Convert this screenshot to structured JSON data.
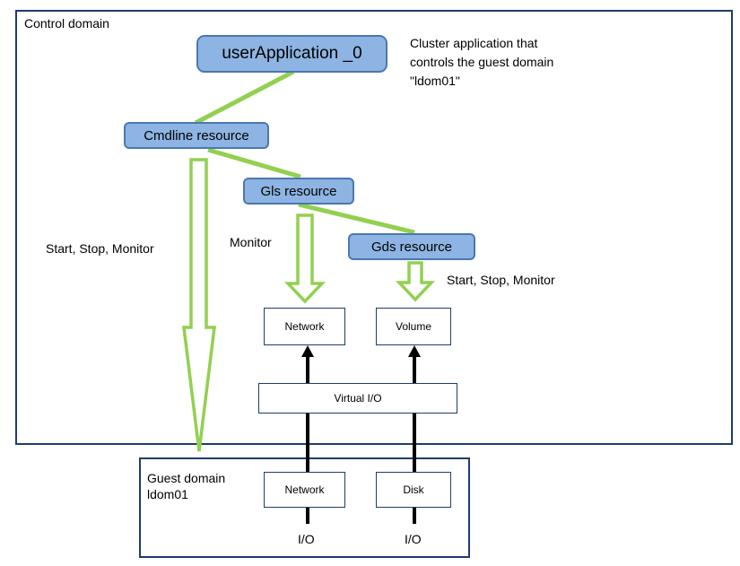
{
  "control_domain": {
    "label": "Control domain"
  },
  "guest_domain": {
    "label_line1": "Guest domain",
    "label_line2": "ldom01"
  },
  "nodes": {
    "user_application": "userApplication _0",
    "cmdline": "Cmdline resource",
    "gls": "Gls resource",
    "gds": "Gds resource"
  },
  "annotation": {
    "line1": "Cluster application that",
    "line2": "controls the guest domain",
    "line3": "\"ldom01\""
  },
  "arrow_labels": {
    "cmdline": "Start, Stop, Monitor",
    "gls": "Monitor",
    "gds": "Start, Stop, Monitor"
  },
  "boxes": {
    "control_network": "Network",
    "control_volume": "Volume",
    "virtual_io": "Virtual I/O",
    "guest_network": "Network",
    "guest_disk": "Disk"
  },
  "io_labels": {
    "left": "I/O",
    "right": "I/O"
  },
  "colors": {
    "node_fill": "#8db4e2",
    "node_border": "#4a78b0",
    "connector_green": "#92d050",
    "frame_border": "#1f3c6e"
  }
}
